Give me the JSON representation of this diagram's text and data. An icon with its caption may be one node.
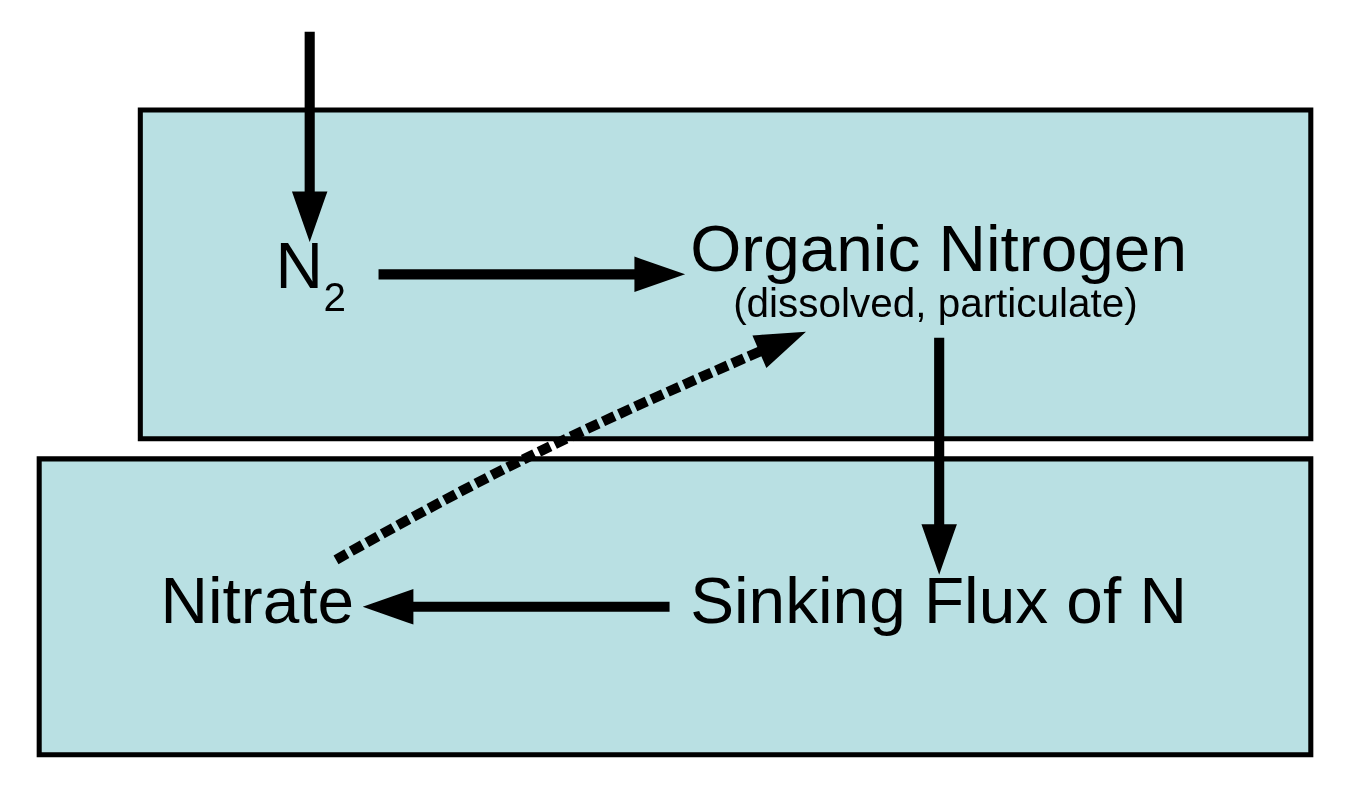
{
  "diagram": {
    "nodes": [
      {
        "text": [],
        "shape": "box"
      },
      {
        "text": [
          "N$_{2}$"
        ],
        "in": 0
      },
      {
        "text": [
          "Organic Nitrogen",
          "(dissolved, particulate)"
        ],
        "in": 0
      },
      {
        "text": [],
        "shape": "box"
      },
      {
        "text": [
          "Nitrate"
        ],
        "in": 3
      },
      {
        "text": [
          "Sinking Flux of N"
        ],
        "in": 3
      }
    ],
    "edges": [
      {
        "from": null,
        "to": 1,
        "arrow": "to"
      },
      {
        "from": 1,
        "to": 2,
        "arrow": "to"
      },
      {
        "from": 2,
        "to": 5,
        "arrow": "to"
      },
      {
        "from": 5,
        "to": 4,
        "arrow": "to"
      },
      {
        "from": 4,
        "to": 2,
        "arrow": "to",
        "style": "dashed"
      }
    ]
  }
}
